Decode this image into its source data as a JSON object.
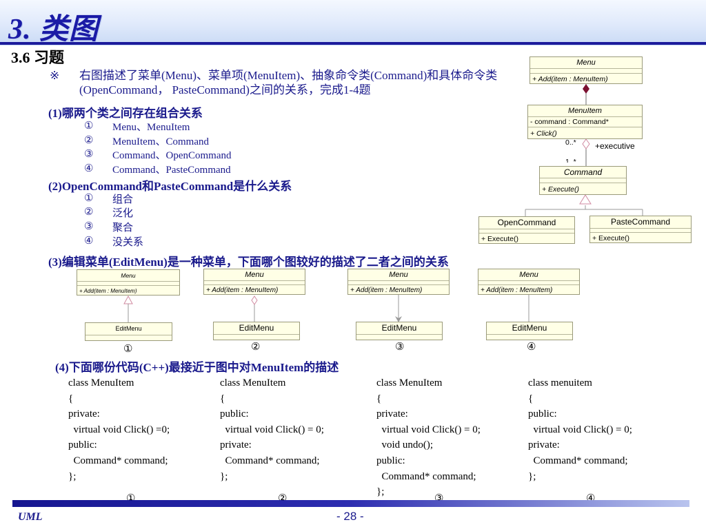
{
  "header": {
    "title": "3. 类图"
  },
  "section": {
    "title": "3.6 习题"
  },
  "intro": {
    "mark": "※",
    "text": "右图描述了菜单(Menu)、菜单项(MenuItem)、抽象命令类(Command)和具体命令类(OpenCommand， PasteCommand)之间的关系，完成1-4题"
  },
  "q1": {
    "text": "(1)哪两个类之间存在组合关系",
    "options": [
      {
        "num": "①",
        "text": "Menu、MenuItem"
      },
      {
        "num": "②",
        "text": "MenuItem、Command"
      },
      {
        "num": "③",
        "text": "Command、OpenCommand"
      },
      {
        "num": "④",
        "text": "Command、PasteCommand"
      }
    ]
  },
  "q2": {
    "text": "(2)OpenCommand和PasteCommand是什么关系",
    "options": [
      {
        "num": "①",
        "text": "组合"
      },
      {
        "num": "②",
        "text": "泛化"
      },
      {
        "num": "③",
        "text": "聚合"
      },
      {
        "num": "④",
        "text": "没关系"
      }
    ]
  },
  "q3": {
    "text": "(3)编辑菜单(EditMenu)是一种菜单，下面哪个图较好的描述了二者之间的关系",
    "diagrams": [
      {
        "menu": "Menu",
        "op": "+ Add(item : MenuItem)",
        "sub": "EditMenu",
        "label": "①"
      },
      {
        "menu": "Menu",
        "op": "+ Add(item : MenuItem)",
        "sub": "EditMenu",
        "label": "②"
      },
      {
        "menu": "Menu",
        "op": "+ Add(item : MenuItem)",
        "sub": "EditMenu",
        "label": "③"
      },
      {
        "menu": "Menu",
        "op": "+ Add(item : MenuItem)",
        "sub": "EditMenu",
        "label": "④"
      }
    ]
  },
  "q4": {
    "text": "(4)下面哪份代码(C++)最接近于图中对MenuItem的描述",
    "codes": [
      {
        "lines": "class MenuItem\n{\nprivate:\n  virtual void Click() =0;\npublic:\n  Command* command;\n};",
        "label": "①"
      },
      {
        "lines": "class MenuItem\n{\npublic:\n  virtual void Click() = 0;\nprivate:\n  Command* command;\n};",
        "label": "②"
      },
      {
        "lines": "class MenuItem\n{\nprivate:\n  virtual void Click() = 0;\n  void undo();\npublic:\n  Command* command;\n};",
        "label": "③"
      },
      {
        "lines": "class menuitem\n{\npublic:\n  virtual void Click() = 0;\nprivate:\n  Command* command;\n};",
        "label": "④"
      }
    ]
  },
  "diagram": {
    "menu": {
      "name": "Menu",
      "op": "+ Add(item : MenuItem)"
    },
    "menuitem": {
      "name": "MenuItem",
      "attr": "- command : Command*",
      "op": "+ Click()"
    },
    "command": {
      "name": "Command",
      "op": "+ Execute()"
    },
    "open": {
      "name": "OpenCommand",
      "op": "+ Execute()"
    },
    "paste": {
      "name": "PasteCommand",
      "op": "+ Execute()"
    },
    "mult_top": "0..*",
    "mult_bottom": "1..*",
    "role": "+executive"
  },
  "footer": {
    "left": "UML",
    "page": "- 28 -"
  },
  "colors": {
    "title": "#1a1aa6",
    "text": "#1a1a8c",
    "uml_fill": "#ffffe6",
    "composition": "#7a1030"
  }
}
